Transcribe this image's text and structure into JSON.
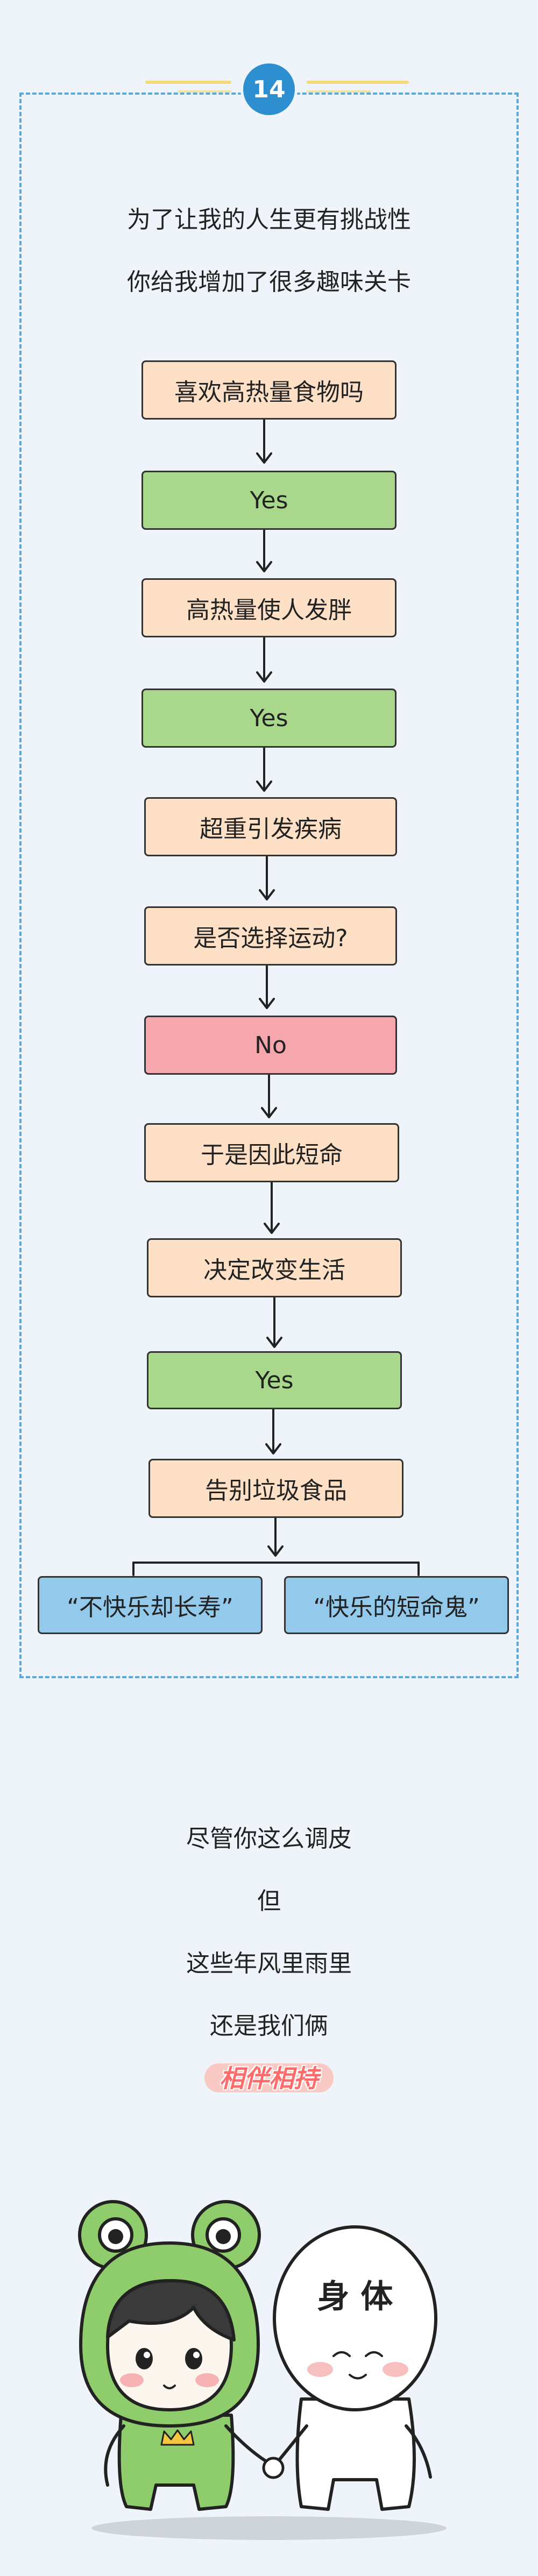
{
  "badge": "14",
  "intro": [
    "为了让我的人生更有挑战性",
    "你给我增加了很多趣味关卡"
  ],
  "flow": [
    {
      "text": "喜欢高热量食物吗",
      "kind": "question"
    },
    {
      "text": "Yes",
      "kind": "yes"
    },
    {
      "text": "高热量使人发胖",
      "kind": "question"
    },
    {
      "text": "Yes",
      "kind": "yes"
    },
    {
      "text": "超重引发疾病",
      "kind": "question"
    },
    {
      "text": "是否选择运动?",
      "kind": "question"
    },
    {
      "text": "No",
      "kind": "no"
    },
    {
      "text": "于是因此短命",
      "kind": "question"
    },
    {
      "text": "决定改变生活",
      "kind": "question"
    },
    {
      "text": "Yes",
      "kind": "yes"
    },
    {
      "text": "告别垃圾食品",
      "kind": "question"
    }
  ],
  "outcomes": [
    "“不快乐却长寿”",
    "“快乐的短命鬼”"
  ],
  "closing": [
    "尽管你这么调皮",
    "但",
    "这些年风里雨里",
    "还是我们俩"
  ],
  "highlight": "相伴相持",
  "body_label": "身 体",
  "colors": {
    "question": "#fde0c6",
    "yes": "#a9d88c",
    "no": "#f6a7ae",
    "outcome": "#93c9ea",
    "frame": "#5aa9d6",
    "badge": "#2d8fd0"
  }
}
